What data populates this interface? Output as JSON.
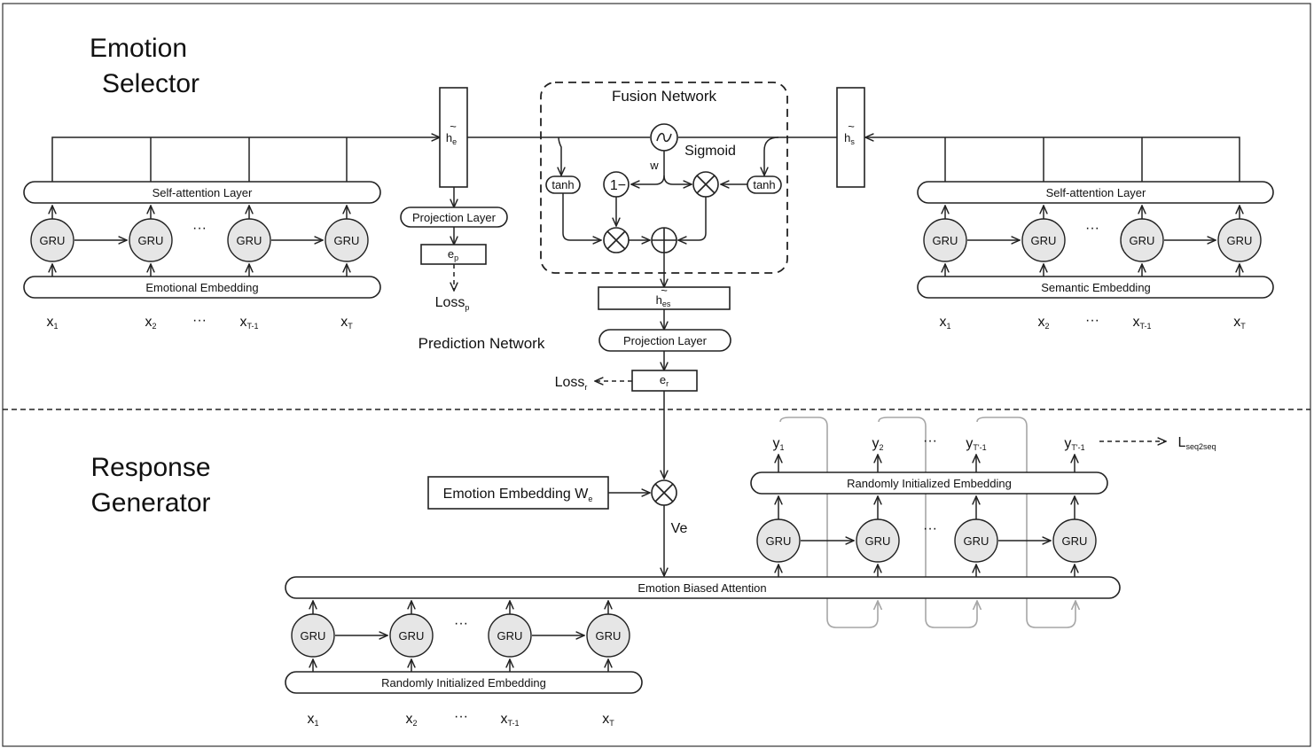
{
  "sections": {
    "emotion_selector": [
      "Emotion",
      "Selector"
    ],
    "response_generator": [
      "Response",
      "Generator"
    ]
  },
  "gru_label": "GRU",
  "ellipsis": "···",
  "inputs": [
    {
      "base": "x",
      "sub": "1"
    },
    {
      "base": "x",
      "sub": "2"
    },
    {
      "base": "x",
      "sub": "T-1"
    },
    {
      "base": "x",
      "sub": "T"
    }
  ],
  "left_encoder": {
    "attention_label": "Self-attention Layer",
    "embedding_label": "Emotional Embedding"
  },
  "right_encoder": {
    "attention_label": "Self-attention Layer",
    "embedding_label": "Semantic Embedding"
  },
  "prediction_network": {
    "label": "Prediction Network",
    "h_e": {
      "base": "h",
      "sub": "e"
    },
    "projection_label": "Projection Layer",
    "e_p": {
      "base": "e",
      "sub": "p"
    },
    "loss": {
      "base": "Loss",
      "sub": "p"
    }
  },
  "fusion_network": {
    "label": "Fusion Network",
    "sigmoid_label": "Sigmoid",
    "w_label": "w",
    "tanh_label": "tanh",
    "one_minus_label": "1−",
    "h_s": {
      "base": "h",
      "sub": "s"
    }
  },
  "fusion_output": {
    "h_es": {
      "base": "h",
      "sub": "es"
    },
    "projection_label": "Projection Layer",
    "e_r": {
      "base": "e",
      "sub": "r"
    },
    "loss": {
      "base": "Loss",
      "sub": "r"
    }
  },
  "generator": {
    "emotion_embedding": {
      "base": "Emotion Embedding  W",
      "sub": "e"
    },
    "ve_label": "Ve",
    "attention_label": "Emotion Biased Attention",
    "encoder_embedding_label": "Randomly Initialized Embedding",
    "decoder_embedding_label": "Randomly Initialized Embedding",
    "outputs": [
      {
        "base": "y",
        "sub": "1"
      },
      {
        "base": "y",
        "sub": "2"
      },
      {
        "base": "y",
        "sub": "T'-1"
      },
      {
        "base": "y",
        "sub": "T'-1"
      }
    ],
    "loss": {
      "base": "L",
      "sub": "seq2seq"
    }
  }
}
